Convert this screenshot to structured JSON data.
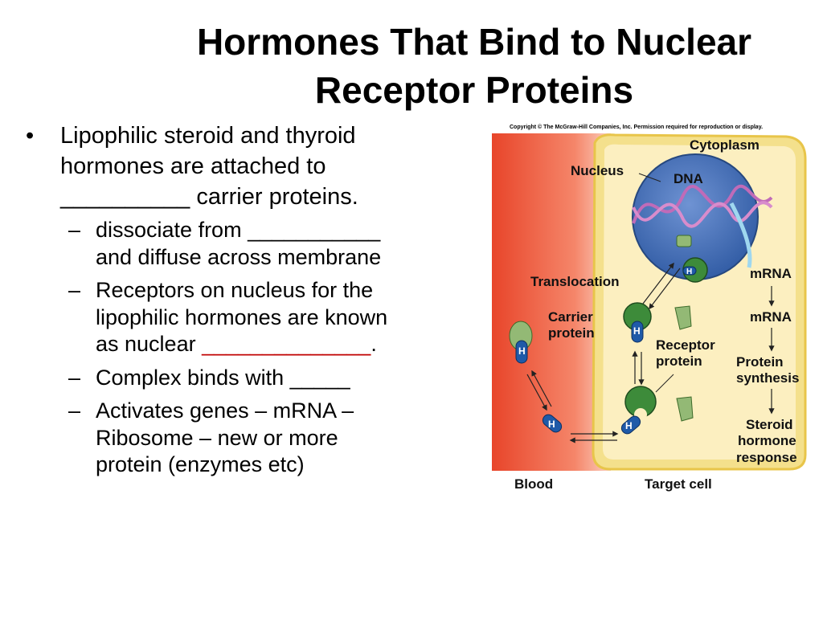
{
  "title": {
    "line1": "Hormones That Bind to Nuclear",
    "line2": "Receptor Proteins"
  },
  "bullets": {
    "main": "Lipophilic steroid and thyroid hormones are attached to __________ carrier proteins.",
    "sub1": "dissociate from ___________ and diffuse across membrane",
    "sub2_pre": "Receptors on nucleus for the lipophilic hormones are known as nuclear",
    "sub2_blank": "______________",
    "sub2_end": ".",
    "sub3": "Complex binds with _____",
    "sub4": "Activates genes – mRNA –Ribosome – new or more protein (enzymes etc)"
  },
  "figure": {
    "copyright": "Copyright © The McGraw-Hill Companies, Inc. Permission required for reproduction or display.",
    "cytoplasm": "Cytoplasm",
    "nucleus": "Nucleus",
    "dna": "DNA",
    "mrna_inside": "mRNA",
    "translocation": "Translocation",
    "mrna_outside": "mRNA",
    "carrier1": "Carrier",
    "carrier2": "protein",
    "receptor1": "Receptor",
    "receptor2": "protein",
    "protein1": "Protein",
    "protein2": "synthesis",
    "steroid1": "Steroid",
    "steroid2": "hormone",
    "steroid3": "response",
    "blood": "Blood",
    "target_cell": "Target cell",
    "hormone_letter": "H",
    "colors": {
      "blood": "#f26b4b",
      "cytoplasm": "#fbe7a0",
      "nucleus": "#3f6ab0",
      "receptor": "#3d8b3a",
      "hormone": "#1f5aa8"
    }
  }
}
